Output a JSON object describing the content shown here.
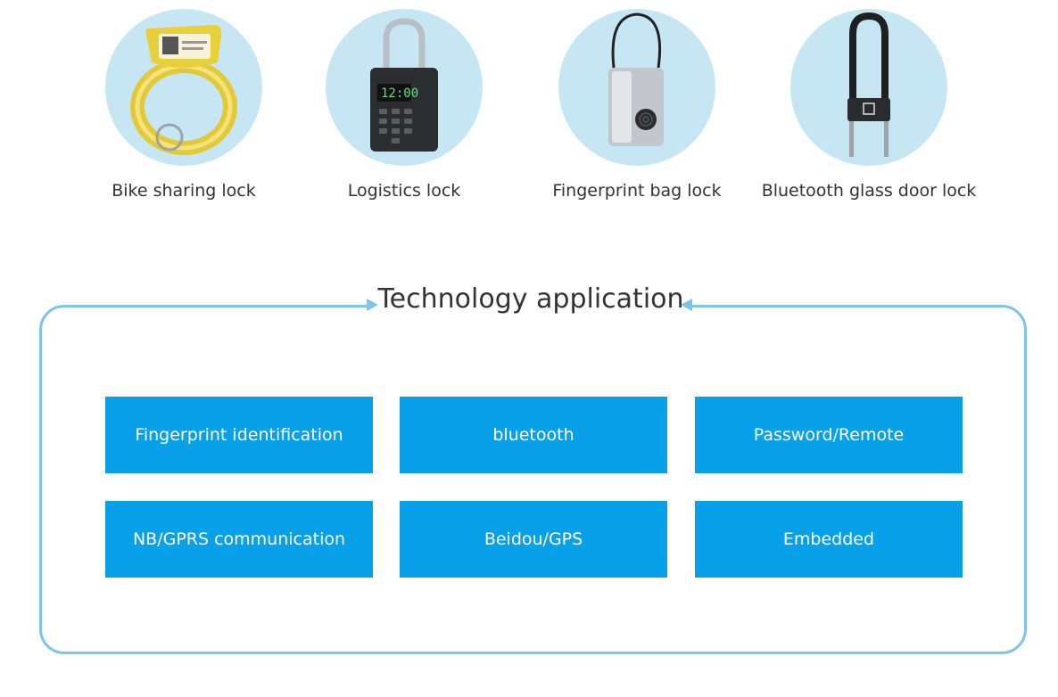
{
  "products": [
    {
      "label": "Bike sharing lock"
    },
    {
      "label": "Logistics lock"
    },
    {
      "label": "Fingerprint bag lock"
    },
    {
      "label": "Bluetooth glass door lock"
    }
  ],
  "section": {
    "title": "Technology application"
  },
  "technologies": [
    "Fingerprint identification",
    "bluetooth",
    "Password/Remote",
    "NB/GPRS communication",
    "Beidou/GPS",
    "Embedded"
  ],
  "colors": {
    "circle_bg": "#c7e6f3",
    "frame": "#7cc4ea",
    "tile": "#08a0e9",
    "tile_text": "#ffffff"
  }
}
